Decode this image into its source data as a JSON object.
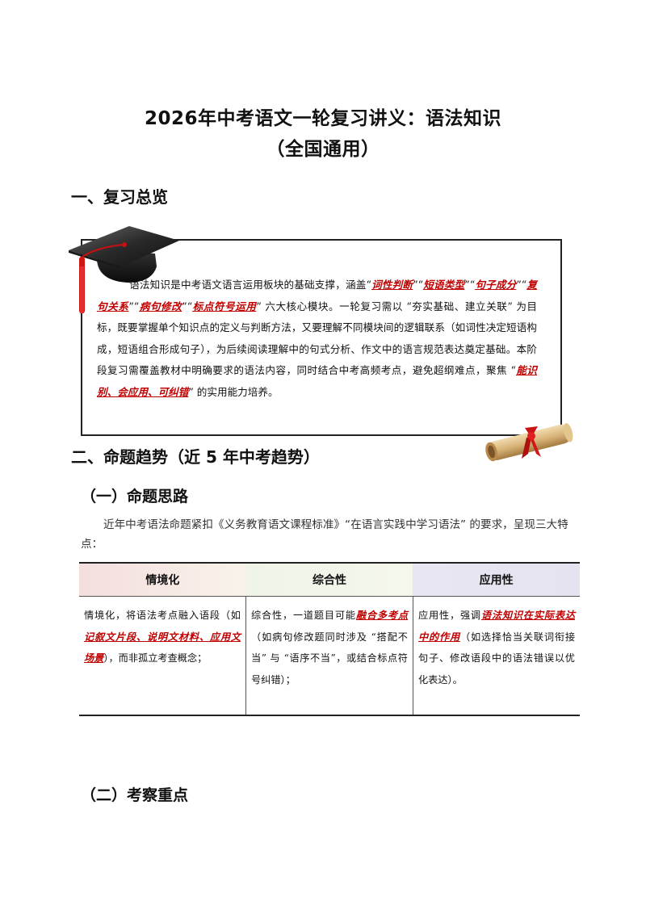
{
  "doc": {
    "title_line1": "2026年中考语文一轮复习讲义：语法知识",
    "title_line2": "（全国通用）"
  },
  "section1": {
    "heading": "一、复习总览",
    "t1": "语法知识是中考语文语言运用板块的基础支撑，涵盖“",
    "k1": "词性判断",
    "q1": "”“",
    "k2": "短语类型",
    "q2": "”“",
    "k3": "句子成分",
    "q3": "”“",
    "k4": "复句关系",
    "q4": "”“",
    "k5": "病句修改",
    "q5": "”“",
    "k6": "标点符号运用",
    "t2": "” 六大核心模块。一轮复习需以 “夯实基础、建立关联” 为目标，既要掌握单个知识点的定义与判断方法，又要理解不同模块间的逻辑联系（如词性决定短语构成，短语组合形成句子），为后续阅读理解中的句式分析、作文中的语言规范表达奠定基础。本阶段复习需覆盖教材中明确要求的语法内容，同时结合中考高频考点，避免超纲难点，聚焦 “",
    "k7": "能识别、会应用、可纠错",
    "t3": "” 的实用能力培养。"
  },
  "section2": {
    "heading": "二、命题趋势（近 5 年中考趋势）",
    "sub1": "（一）命题思路",
    "para": "近年中考语法命题紧扣《义务教育语文课程标准》“在语言实践中学习语法” 的要求，呈现三大特点：",
    "sub2": "（二）考察重点"
  },
  "table": {
    "headers": [
      "情境化",
      "综合性",
      "应用性"
    ],
    "col1": {
      "a": "情境化，将语法考点融入语段（如",
      "k": "记叙文片段、说明文材料、应用文场景",
      "b": "），而非孤立考查概念；"
    },
    "col2": {
      "a": "综合性，一道题目可能",
      "k": "融合多考点",
      "b": "（如病句修改题同时涉及 “搭配不当” 与 “语序不当”，或结合标点符号纠错）；"
    },
    "col3": {
      "a": "应用性，强调",
      "k": "语法知识在实际表达中的作用",
      "b": "（如选择恰当关联词衔接句子、修改语段中的语法错误以优化表达）。"
    }
  },
  "colors": {
    "accent_red": "#c00000",
    "head1": "#f4dede",
    "head2": "#eef5e6",
    "head3": "#e8e6f0"
  },
  "icons": [
    "graduation-cap-icon",
    "diploma-scroll-icon"
  ]
}
